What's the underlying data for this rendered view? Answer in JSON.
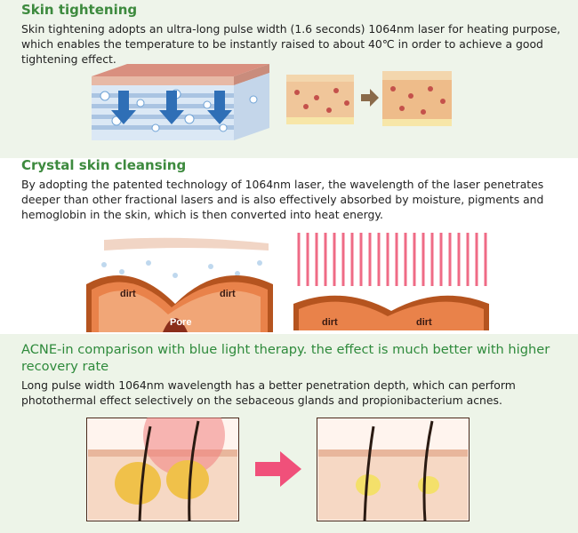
{
  "section1": {
    "title": "Skin tightening",
    "body": "Skin tightening adopts an ultra-long pulse width (1.6 seconds) 1064nm laser  for heating purpose, which enables the temperature to be instantly raised to about 40℃ in order to achieve a good tightening effect."
  },
  "section2": {
    "title": "Crystal skin cleansing",
    "body": "By adopting the patented technology of 1064nm laser, the wavelength of the laser penetrates deeper than other fractional lasers and is also effectively absorbed by moisture, pigments and hemoglobin in the skin, which is then converted into heat energy.",
    "labels": {
      "dirt": "dirt",
      "pore": "Pore"
    }
  },
  "section3": {
    "title": "ACNE-in comparison with blue light therapy. the effect is much better with higher recovery rate",
    "body": "Long pulse width 1064nm wavelength has a better penetration depth, which can perform photothermal effect selectively on the sebaceous glands and propionibacterium acnes."
  },
  "colors": {
    "heading": "#3d8a3e",
    "arrow": "#f0507a",
    "band_green": "#eef4ea"
  },
  "icons": [
    "down-arrow-icon",
    "right-arrow-icon"
  ]
}
